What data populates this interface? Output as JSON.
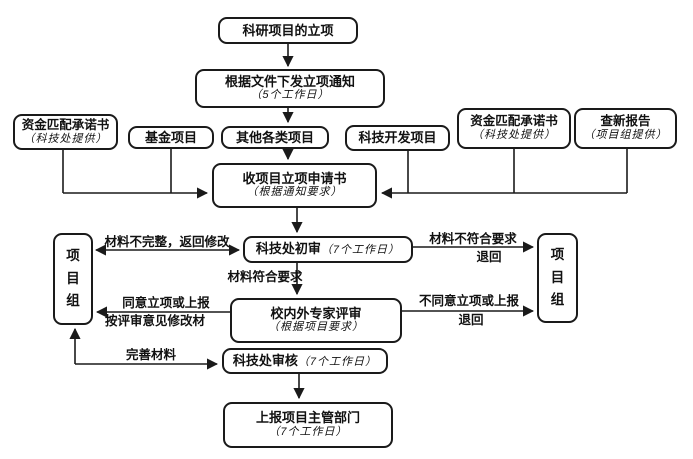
{
  "diagram": {
    "nodes": {
      "start": {
        "label": "科研项目的立项"
      },
      "notice": {
        "label": "根据文件下发立项通知",
        "sub": "（5个工作日）"
      },
      "promise_left": {
        "label": "资金匹配承诺书",
        "sub": "（科技处提供）"
      },
      "fund": {
        "label": "基金项目"
      },
      "other": {
        "label": "其他各类项目"
      },
      "tech_dev": {
        "label": "科技开发项目"
      },
      "promise_right": {
        "label": "资金匹配承诺书",
        "sub": "（科技处提供）"
      },
      "novelty": {
        "label": "查新报告",
        "sub": "（项目组提供）"
      },
      "application": {
        "label": "收项目立项申请书",
        "sub": "（根据通知要求）"
      },
      "initial_review": {
        "label": "科技处初审",
        "sub": "（7个工作日）"
      },
      "expert_review": {
        "label": "校内外专家评审",
        "sub": "（根据项目要求）"
      },
      "final_review": {
        "label": "科技处审核",
        "sub": "（7个工作日）"
      },
      "submit": {
        "label": "上报项目主管部门",
        "sub": "（7个工作日）"
      },
      "project_group_left": {
        "label": "项目组"
      },
      "project_group_right": {
        "label": "项目组"
      }
    },
    "edge_labels": {
      "incomplete": "材料不完整，返回修改",
      "conform": "材料符合要求",
      "nonconform": "材料不符合要求",
      "return_top": "退回",
      "agree": "同意立项或上报",
      "revise": "按评审意见修改材",
      "disagree": "不同意立项或上报",
      "return_bottom": "退回",
      "complete": "完善材料"
    },
    "colors": {
      "line": "#1a1a1a",
      "box_border": "#1a1a1a",
      "background": "#ffffff",
      "text": "#111111"
    }
  }
}
